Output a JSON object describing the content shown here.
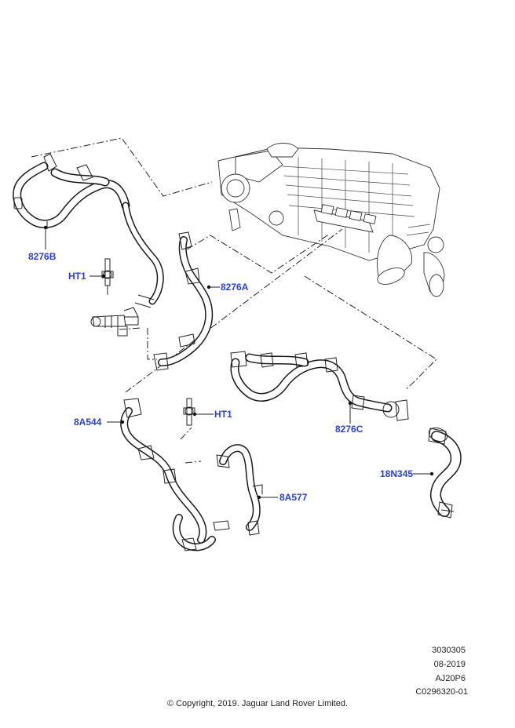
{
  "callouts": {
    "c_8276B": "8276B",
    "c_HT1_top": "HT1",
    "c_8276A": "8276A",
    "c_8A544": "8A544",
    "c_HT1_mid": "HT1",
    "c_8276C": "8276C",
    "c_8A577": "8A577",
    "c_18N345": "18N345"
  },
  "meta": {
    "line1": "3030305",
    "line2": "08-2019",
    "line3": "AJ20P6",
    "line4": "C0296320-01"
  },
  "copyright": "© Copyright, 2019. Jaguar Land Rover Limited.",
  "colors": {
    "callout": "#2b3fd0",
    "line": "#1a1a1a"
  }
}
